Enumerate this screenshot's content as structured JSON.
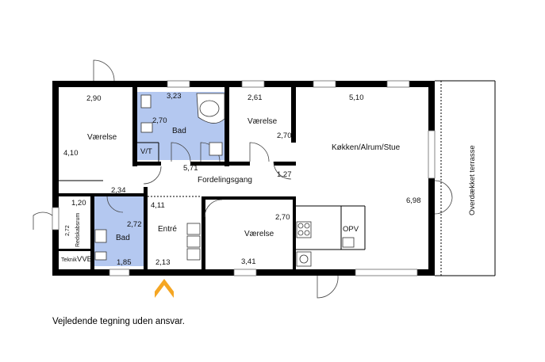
{
  "rooms": {
    "vaerelse_1": {
      "name": "Værelse",
      "width": "2,90",
      "depth": "4,10"
    },
    "bad_1": {
      "name": "Bad",
      "width": "3,23",
      "depth": "2,70"
    },
    "vaerelse_2": {
      "name": "Værelse",
      "width": "2,61",
      "depth": "2,70"
    },
    "kokken": {
      "name": "Køkken/Alrum/Stue",
      "width": "5,10",
      "depth": "6,98"
    },
    "gang": {
      "name": "Fordelingsgang",
      "width": "5,71",
      "depth": "1,27"
    },
    "vt": {
      "name": "V/T"
    },
    "redskabsrum": {
      "name": "Redskabsrum",
      "width": "1,20",
      "depth": "2,72"
    },
    "teknik": {
      "name": "Teknik"
    },
    "vvb": {
      "name": "VVB"
    },
    "bad_2": {
      "name": "Bad",
      "width": "2,72",
      "depth": "1,85"
    },
    "entre": {
      "name": "Entré",
      "width": "4,11",
      "depth": "2,13"
    },
    "vaerelse_3": {
      "name": "Værelse",
      "width": "2,70",
      "depth": "3,41"
    },
    "opv": {
      "name": "OPV"
    }
  },
  "extra_dims": {
    "corridor_left": "2,34"
  },
  "terrace": {
    "name": "Overdækket terrasse"
  },
  "entrance_arrow_color": "#f5a623",
  "wet_room_color": "#b4c8f0",
  "disclaimer": "Vejledende tegning uden ansvar."
}
